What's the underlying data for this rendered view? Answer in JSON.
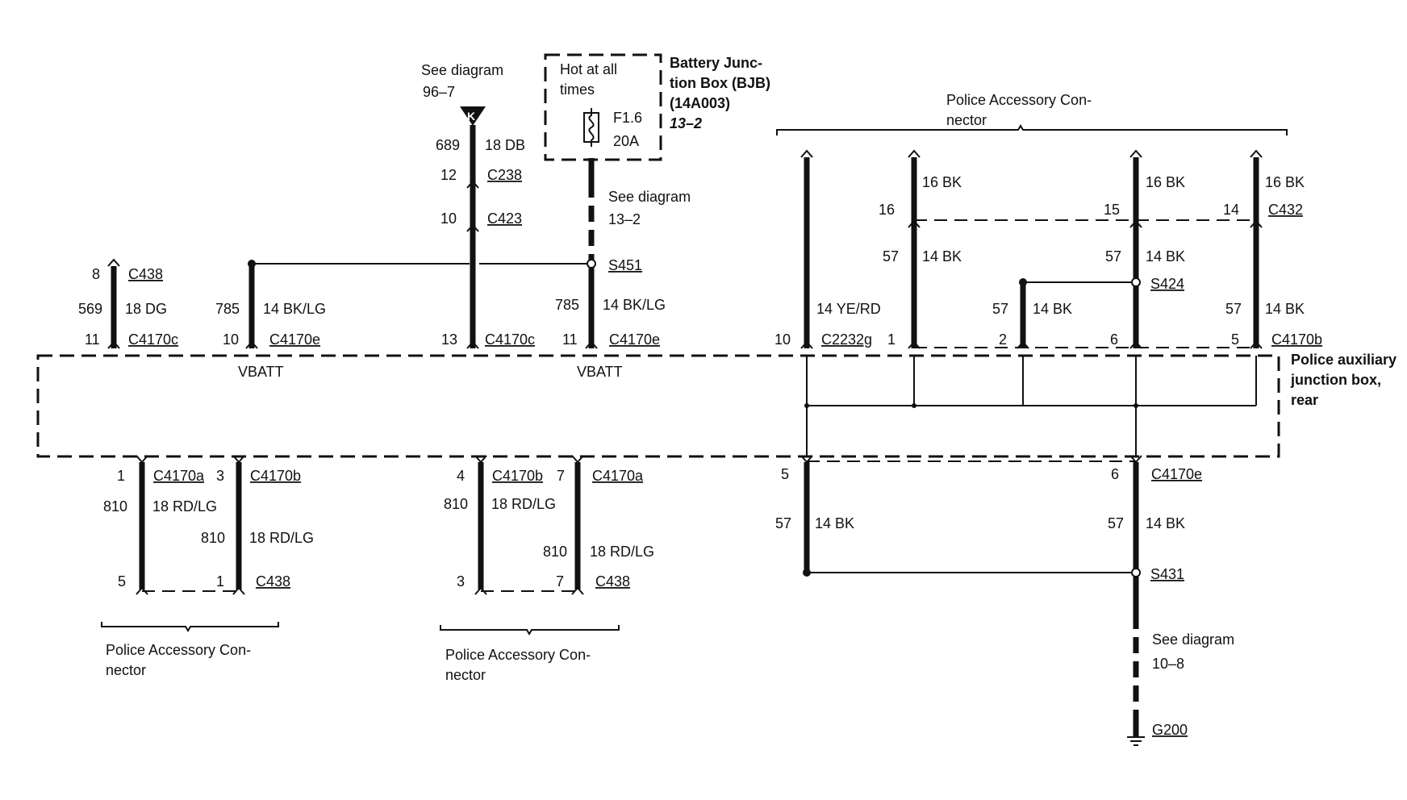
{
  "bjb": {
    "hot_line1": "Hot at all",
    "hot_line2": "times",
    "fuse_name": "F1.6",
    "fuse_rating": "20A",
    "name_line1": "Battery Junc-",
    "name_line2": "tion Box (BJB)",
    "part": "(14A003)",
    "ref": "13–2"
  },
  "refs": {
    "k_line1": "See diagram",
    "k_line2": "96–7",
    "k_letter": "K",
    "bjb_line1": "See diagram",
    "bjb_line2": "13–2",
    "gnd_line1": "See diagram",
    "gnd_line2": "10–8"
  },
  "paj": {
    "line1": "Police auxiliary",
    "line2": "junction box,",
    "line3": "rear",
    "vbatt1": "VBATT",
    "vbatt2": "VBATT"
  },
  "accessory": {
    "top_line1": "Police Accessory Con-",
    "top_line2": "nector",
    "left_line1": "Police Accessory Con-",
    "left_line2": "nector",
    "mid_line1": "Police Accessory Con-",
    "mid_line2": "nector"
  },
  "labels": {
    "w1_pin_top": "8",
    "w1_conn_top": "C438",
    "w1_circuit": "569",
    "w1_wire": "18 DG",
    "w1_pin_bot": "11",
    "w1_conn_bot": "C4170c",
    "w2_circuit": "785",
    "w2_wire": "14 BK/LG",
    "w2_pin_bot": "10",
    "w2_conn_bot": "C4170e",
    "w3_circuit": "689",
    "w3_wire": "18 DB",
    "w3_pin_c238": "12",
    "w3_c238": "C238",
    "w3_pin_c423": "10",
    "w3_c423": "C423",
    "w3_pin_bot": "13",
    "w3_conn_bot": "C4170c",
    "w4_splice": "S451",
    "w4_circuit": "785",
    "w4_wire": "14 BK/LG",
    "w4_pin_bot": "11",
    "w4_conn_bot": "C4170e",
    "w5_wire": "14 YE/RD",
    "w5_pin_bot": "10",
    "w5_conn_bot": "C2232g",
    "w6_wire_top": "16 BK",
    "w6_pin_c432": "16",
    "w6_circuit": "57",
    "w6_wire": "14 BK",
    "w6_pin_bot": "1",
    "w7_circuit": "57",
    "w7_wire": "14 BK",
    "w7_pin_bot": "2",
    "w8_wire_top": "16 BK",
    "w8_pin_c432": "15",
    "w8_circuit": "57",
    "w8_wire": "14 BK",
    "w8_splice": "S424",
    "w8_pin_bot": "6",
    "w9_wire_top": "16 BK",
    "w9_pin_c432": "14",
    "w9_c432": "C432",
    "w9_circuit": "57",
    "w9_wire": "14 BK",
    "w9_pin_bot": "5",
    "w9_conn_bot": "C4170b",
    "l1_pin_top": "1",
    "l1_conn_top": "C4170a",
    "l1_circuit": "810",
    "l1_wire": "18 RD/LG",
    "l1_pin_bot": "5",
    "l2_pin_top": "3",
    "l2_conn_top": "C4170b",
    "l2_circuit": "810",
    "l2_wire": "18 RD/LG",
    "l2_pin_bot": "1",
    "l2_conn_bot": "C438",
    "m1_pin_top": "4",
    "m1_conn_top": "C4170b",
    "m1_circuit": "810",
    "m1_wire": "18 RD/LG",
    "m1_pin_bot": "3",
    "m2_pin_top": "7",
    "m2_conn_top": "C4170a",
    "m2_circuit": "810",
    "m2_wire": "18 RD/LG",
    "m2_pin_bot": "7",
    "m2_conn_bot": "C438",
    "g1_pin": "5",
    "g1_circuit": "57",
    "g1_wire": "14 BK",
    "g2_pin": "6",
    "g2_conn": "C4170e",
    "g2_circuit": "57",
    "g2_wire": "14 BK",
    "g2_splice": "S431",
    "ground": "G200"
  }
}
